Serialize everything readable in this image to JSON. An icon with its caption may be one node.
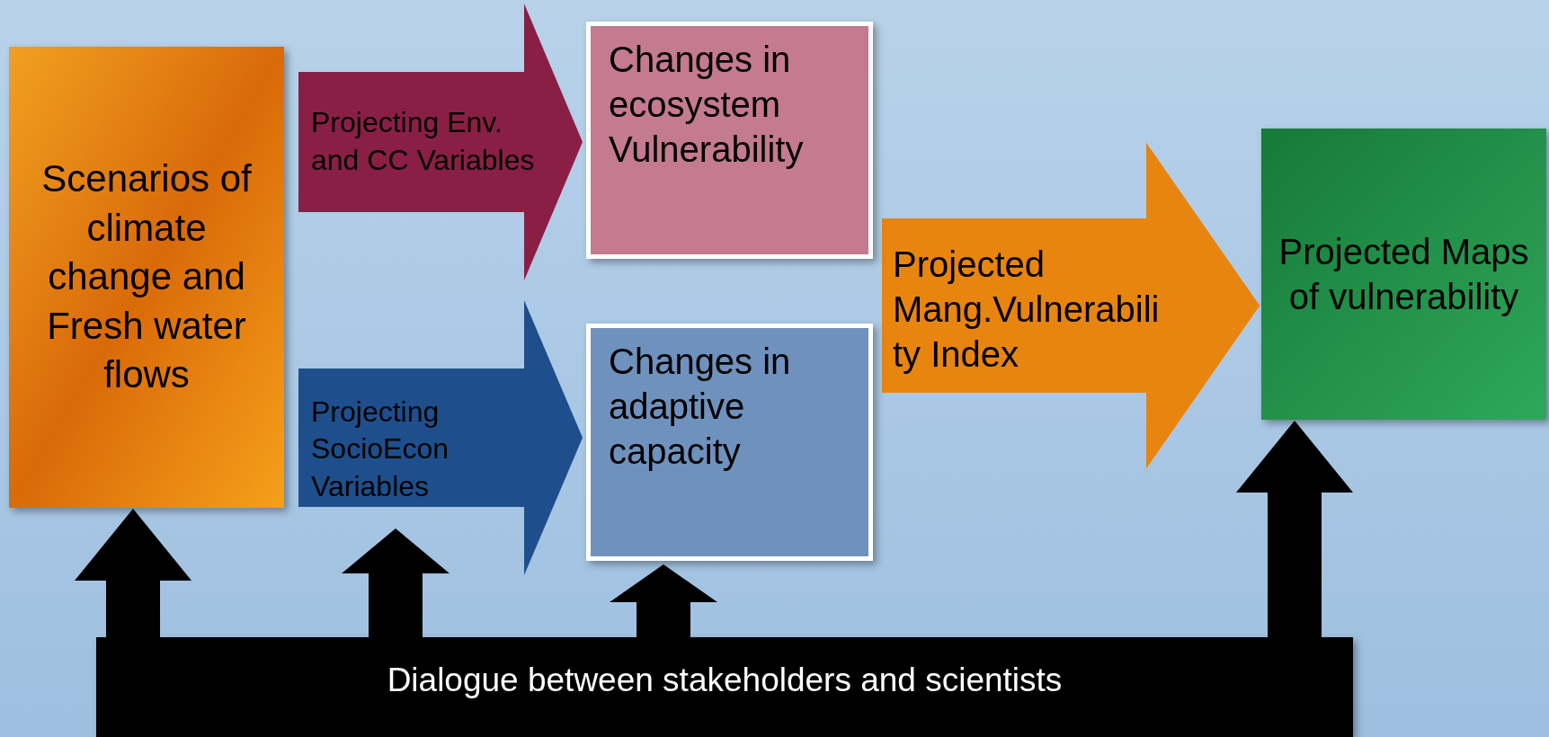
{
  "diagram": {
    "nodes": [
      {
        "text": [
          "Scenarios of climate change and Fresh water flows"
        ]
      },
      {
        "text": [
          "Changes in ecosystem Vulnerability"
        ]
      },
      {
        "text": [
          "Changes in adaptive capacity"
        ]
      },
      {
        "text": [
          "Projected Maps of vulnerability"
        ]
      },
      {
        "text": [
          "Dialogue between stakeholders and scientists"
        ]
      }
    ],
    "edges": [
      {
        "from": 0,
        "to": 1,
        "arrow": "to",
        "label": "Projecting Env. and CC Variables",
        "color": "#8a1f45"
      },
      {
        "from": 0,
        "to": 2,
        "arrow": "to",
        "label": "Projecting SocioEcon Variables",
        "color": "#1e4f8c"
      },
      {
        "from": 1,
        "to": 3,
        "arrow": "to",
        "label": "Projected Mang.Vulnerability Index",
        "color": "#e8850f"
      },
      {
        "from": 2,
        "to": 3,
        "arrow": "to",
        "color": "#e8850f"
      },
      {
        "from": 4,
        "to": 0,
        "arrow": "to"
      },
      {
        "from": 4,
        "to": null,
        "arrow": "to"
      },
      {
        "from": 4,
        "to": 2,
        "arrow": "to"
      },
      {
        "from": 4,
        "to": 3,
        "arrow": "to"
      }
    ]
  }
}
